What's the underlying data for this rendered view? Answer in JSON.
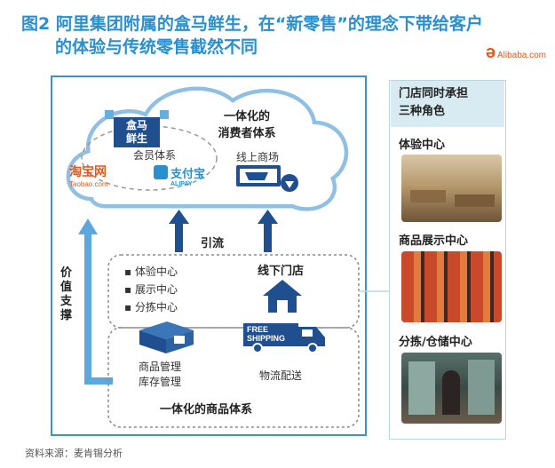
{
  "title": {
    "fig_label": "图2",
    "line1": "阿里集团附属的盒马鲜生，在“新零售”的理念下带给客户",
    "line2": "的体验与传统零售截然不同"
  },
  "logo": {
    "text": "Alibaba",
    "suffix": ".com"
  },
  "cloud": {
    "title_line1": "一体化的",
    "title_line2": "消费者体系",
    "hema_line1": "盒马",
    "hema_line2": "鲜生",
    "member_label": "会员体系",
    "taobao_cn": "淘宝网",
    "taobao_en": "Taobao.com",
    "alipay_cn": "支付宝",
    "alipay_en": "ALIPAY",
    "online_label": "线上商场"
  },
  "arrows": {
    "traffic_label": "引流",
    "value_support": "价值支撑"
  },
  "offline": {
    "store_label": "线下门店",
    "roles": [
      "体验中心",
      "展示中心",
      "分拣中心"
    ]
  },
  "goods": {
    "title": "一体化的商品体系",
    "mgmt_line1": "商品管理",
    "mgmt_line2": "库存管理",
    "logistics": "物流配送",
    "truck_line1": "FREE",
    "truck_line2": "SHIPPING"
  },
  "right_panel": {
    "header_line1": "门店同时承担",
    "header_line2": "三种角色",
    "items": [
      "体验中心",
      "商品展示中心",
      "分拣/仓储中心"
    ]
  },
  "source": "资料来源：麦肯锡分析",
  "colors": {
    "accent": "#2a8fcf",
    "navy": "#1f4f8f",
    "orange": "#e0591f"
  }
}
